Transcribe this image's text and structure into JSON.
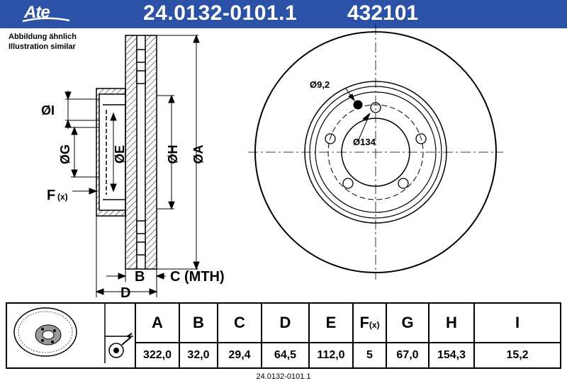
{
  "header": {
    "logo": "Ate",
    "part_number": "24.0132-0101.1",
    "ref_number": "432101"
  },
  "notes": {
    "line1": "Abbildung ähnlich",
    "line2": "Illustration similar"
  },
  "drawing": {
    "labels": {
      "dim_i": "ØI",
      "dim_g": "ØG",
      "dim_e": "ØE",
      "dim_h": "ØH",
      "dim_a": "ØA",
      "dim_f": "F",
      "dim_f_sub": "(x)",
      "dim_b": "B",
      "dim_c": "C (MTH)",
      "dim_d": "D",
      "hole": "Ø9,2",
      "pcd": "Ø134"
    }
  },
  "spec_table": {
    "headers": [
      "A",
      "B",
      "C",
      "D",
      "E",
      "F",
      "G",
      "H",
      "I"
    ],
    "f_sub": "(x)",
    "values": [
      "322,0",
      "32,0",
      "29,4",
      "64,5",
      "112,0",
      "5",
      "67,0",
      "154,3",
      "15,2"
    ]
  },
  "footer": "24.0132-0101.1",
  "colors": {
    "header_bg": "#2b52a6",
    "header_text": "#ffffff"
  }
}
